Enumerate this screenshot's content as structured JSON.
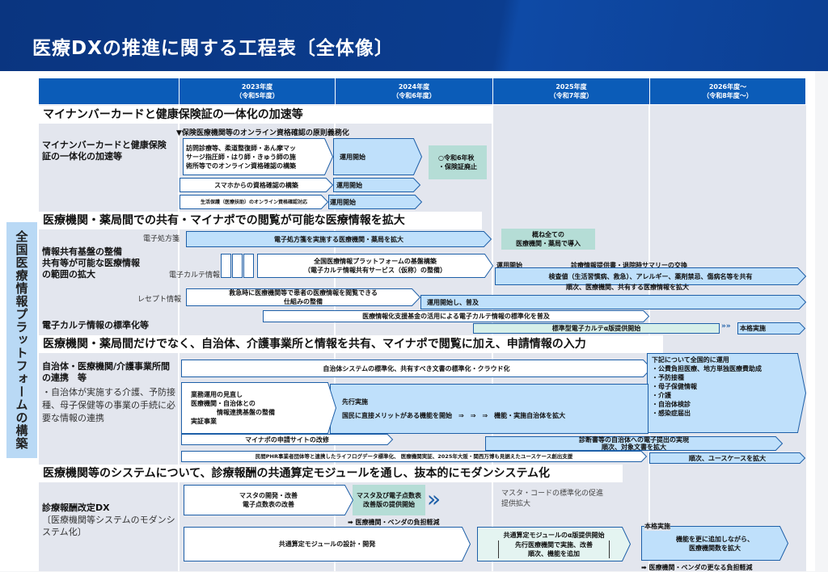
{
  "title": "医療DXの推進に関する工程表〔全体像〕",
  "header": {
    "years": [
      "2023年度\n（令和5年度）",
      "2024年度\n（令和6年度）",
      "2025年度\n（令和7年度）",
      "2026年度～\n（令和8年度～）"
    ]
  },
  "side_label": "全国医療情報プラットフォームの構築",
  "s1": {
    "heading": "マイナンバーカードと健康保険証の一体化の加速等",
    "label": "マイナンバーカードと健康保険証の一体化の加速等",
    "marker": "▼保険医療機関等のオンライン資格確認の原則義務化",
    "box1": "訪問診療等、柔道整復師・あん摩マッ\nサージ指圧師・はり師・きゅう師の施\n術所等でのオンライン資格確認の構築",
    "op1": "運用開始",
    "green": "○令和6年秋\n・保険証廃止",
    "box2": "スマホからの資格確認の構築",
    "op2": "運用開始",
    "box3": "生活保護（医療扶助）のオンライン資格確認対応",
    "op3": "運用開始"
  },
  "s2": {
    "heading": "医療機関・薬局間での共有・マイナポでの閲覧が可能な医療情報を拡大",
    "label": "情報共有基盤の整備\n共有等が可能な医療情報\nの範囲の拡大",
    "rx_label": "電子処方箋",
    "rx_arrow": "電子処方箋を実施する医療機関・薬局を拡大",
    "rx_green": "概ね全ての\n医療機関・薬局で導入",
    "emr_label": "電子カルテ情報",
    "emr_arrow": "全国医療情報プラットフォームの基盤構築\n（電子カルテ情報共有サービス（仮称）の整備）",
    "emr_op": "運用開始",
    "emr_op_line1": "診療情報提供書・退院時サマリーの交換",
    "emr_op_line2": "検査値（生活習慣病、救急）、アレルギー、薬剤禁忌、傷病名等を共有",
    "emr_op_line3": "順次、医療機関、共有する医療情報を拡大",
    "rec_label": "レセプト情報",
    "rec_arrow": "救急時に医療機関等で患者の医療情報を閲覧できる\n仕組みの整備",
    "rec_op": "運用開始し、普及",
    "fund": "医療情報化支援基金の活用による電子カルテ情報の標準化を普及",
    "std_label": "電子カルテ情報の標準化等",
    "std_alpha": "標準型電子カルテα版提供開始",
    "std_full": "本格実施"
  },
  "s3": {
    "heading": "医療機関・薬局間だけでなく、自治体、介護事業所と情報を共有、マイナポで閲覧に加え、申請情報の入力",
    "label": "自治体・医療機関/介護事業所間の連携　等",
    "desc": "・自治体が実施する介護、予防接種、母子保健等の事業の手続に必要な情報の連携",
    "std": "自治体システムの標準化、共有すべき文書の標準化・クラウド化",
    "review": "業務運用の見直し\n医療機関・自治体との\n　　　　情報連携基盤の整備\n実証事業",
    "pilot": "先行実施",
    "pilot_text": "国民に直接メリットがある機能を開始　⇒　⇒　⇒　機能・実施自治体を拡大",
    "nation_title": "下記について全国的に運用",
    "nation_items": [
      "・公費負担医療、地方単独医療費助成",
      "・予防接種",
      "・母子保健情報",
      "・介護",
      "・自治体検診",
      "・感染症届出"
    ],
    "mynapo": "マイナポの申請サイトの改修",
    "cert": "診断書等の自治体への電子提出の実現\n順次、対象文書を拡大",
    "phr": "民間PHR事業者団体等と連携したライフログデータ標準化、 医療機関実証、2025年大阪・関西万博も見据えたユースケース創出支援",
    "phr_next": "順次、ユースケースを拡大"
  },
  "s4": {
    "heading": "医療機関等のシステムについて、診療報酬の共通算定モジュールを通し、抜本的にモダンシステム化",
    "label": "診療報酬改定DX",
    "label_sub": "〔医療機関等システムのモダンシステム化〕",
    "master": "マスタの開発・改善\n電子点数表の改善",
    "master_green": "マスタ及び電子点数表\n改善版の提供開始",
    "master_next": "マスタ・コードの標準化の促進\n提供拡大",
    "burden1": "➡ 医療機関・ベンダの負担軽減",
    "module": "共通算定モジュールの設計・開発",
    "alpha_title": "共通算定モジュールのα版提供開始",
    "alpha_body": "先行医療機関で実施、改善\n順次、機能を追加",
    "full_title": "本格実施",
    "full_body": "機能を更に追加しながら、\n医療機関数を拡大",
    "burden2": "➡ 医療機関・ベンダの更なる負担軽減"
  },
  "colors": {
    "title_bar": "#0b3d8f",
    "header": "#0b5cb8",
    "arrow_blue": "#bfe0fb",
    "green": "#b5ddd6",
    "grid": "#e3e6ee"
  }
}
